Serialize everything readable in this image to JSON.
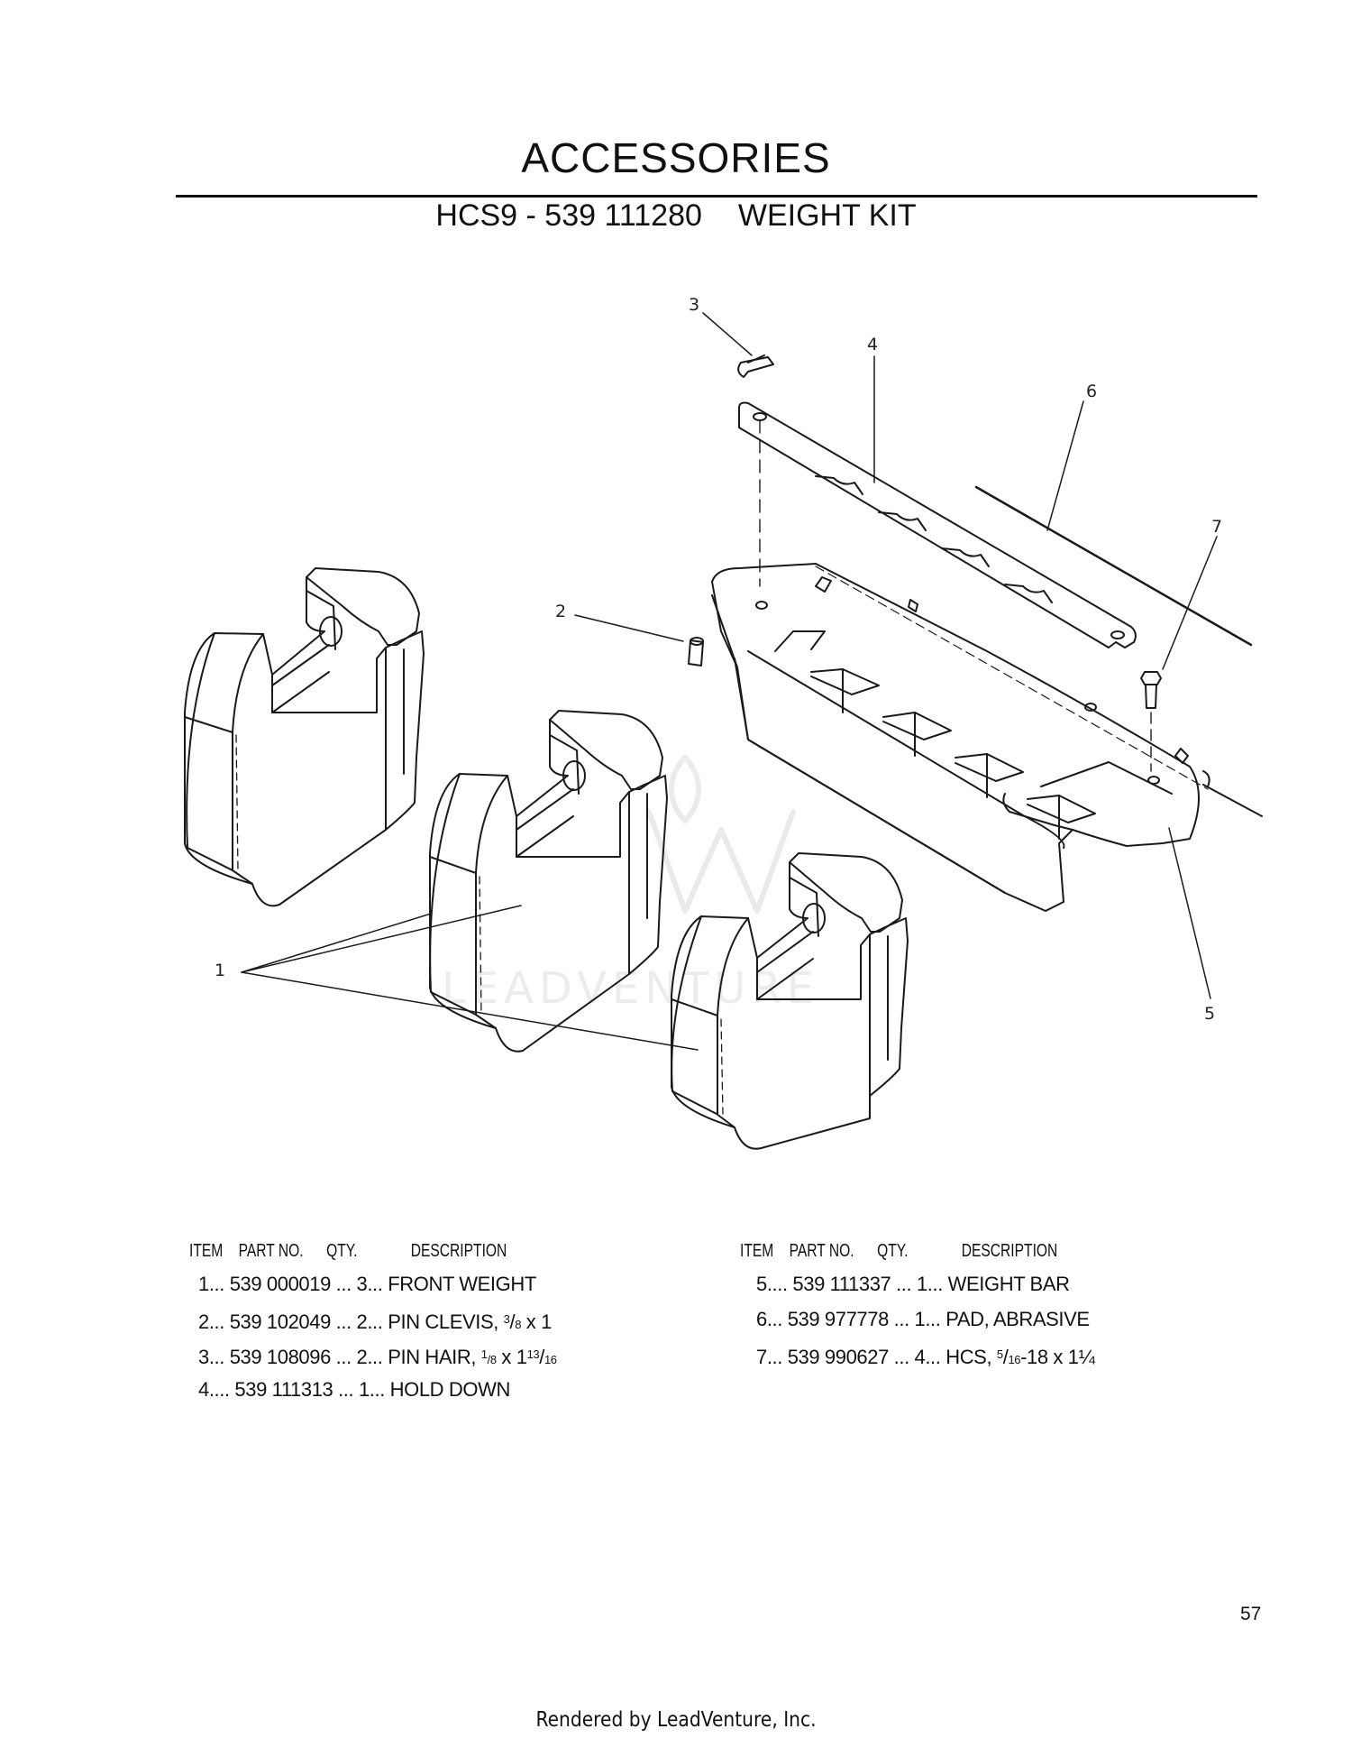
{
  "page": {
    "title": "ACCESSORIES",
    "subtitle_model": "HCS9 - 539 111280",
    "subtitle_name": "WEIGHT KIT",
    "page_number": "57",
    "footer": "Rendered by LeadVenture, Inc.",
    "watermark": "LEADVENTURE"
  },
  "diagram": {
    "callouts": [
      "1",
      "2",
      "3",
      "4",
      "5",
      "6",
      "7"
    ]
  },
  "parts_table": {
    "headers": {
      "item": "ITEM",
      "part_no": "PART NO.",
      "qty": "QTY.",
      "description": "DESCRIPTION"
    },
    "left_rows": [
      {
        "item": "1",
        "part_no": "539 000019",
        "qty": "3",
        "description": "FRONT WEIGHT"
      },
      {
        "item": "2",
        "part_no": "539 102049",
        "qty": "2",
        "description": "PIN CLEVIS, ",
        "frac_num": "3",
        "frac_den": "8",
        "description_tail": " x 1"
      },
      {
        "item": "3",
        "part_no": "539 108096",
        "qty": "2",
        "description": "PIN HAIR, ",
        "frac_num": "1",
        "frac_den": "8",
        "description_mid": " x 1",
        "frac2_num": "13",
        "frac2_den": "16"
      },
      {
        "item": "4",
        "part_no": "539 111313",
        "qty": "1",
        "description": "HOLD DOWN"
      }
    ],
    "right_rows": [
      {
        "item": "5",
        "part_no": "539 111337",
        "qty": "1",
        "description": "WEIGHT BAR"
      },
      {
        "item": "6",
        "part_no": "539 977778",
        "qty": "1",
        "description": "PAD, ABRASIVE"
      },
      {
        "item": "7",
        "part_no": "539 990627",
        "qty": "4",
        "description": "HCS, ",
        "frac_num": "5",
        "frac_den": "16",
        "description_tail": "-18 x 1¼"
      }
    ]
  }
}
